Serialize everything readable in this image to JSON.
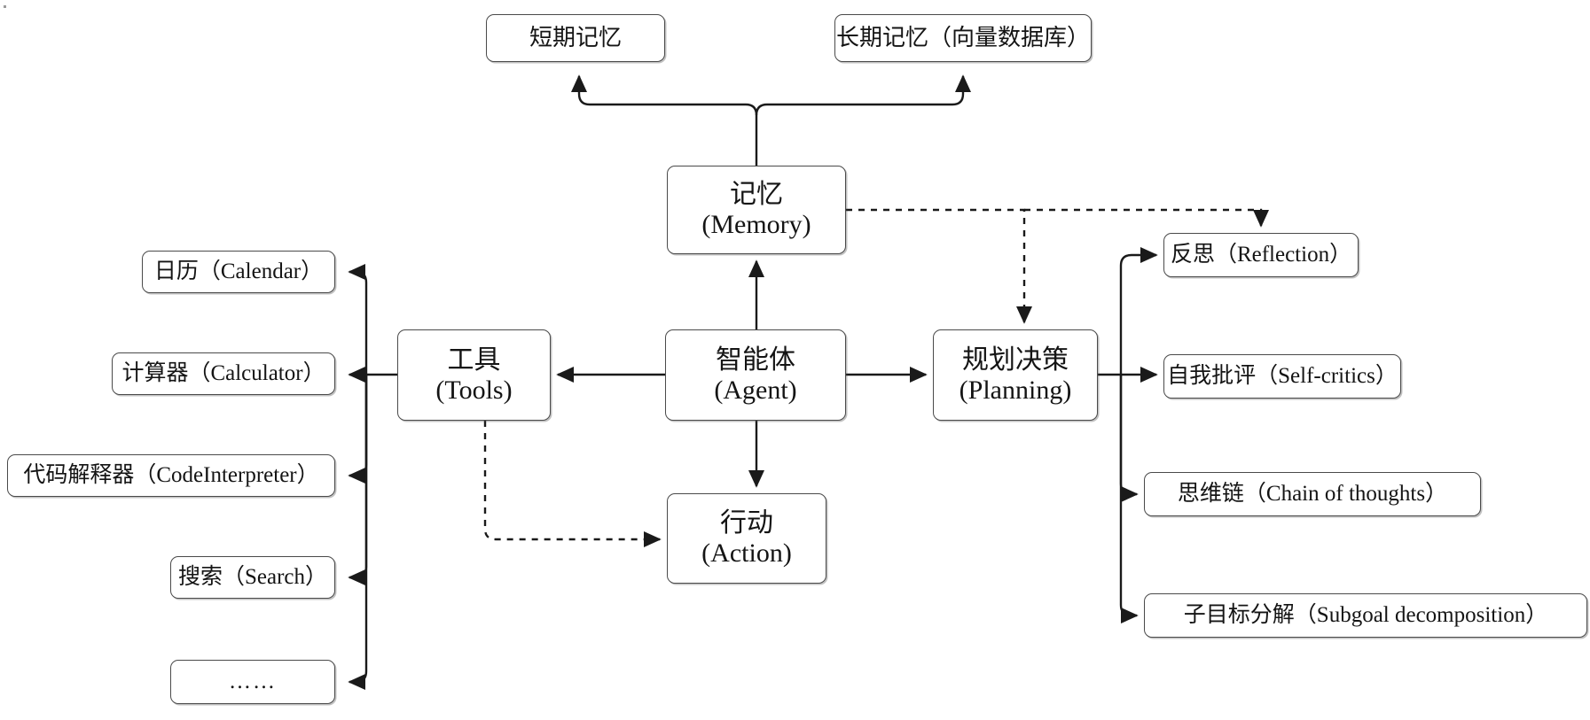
{
  "diagram": {
    "title": "LLM Agent architecture",
    "stroke_color": "#4a4a4a",
    "edge_color": "#1a1a1a",
    "background": "#ffffff"
  },
  "nodes": {
    "short_term_memory": {
      "label": "短期记忆"
    },
    "long_term_memory": {
      "label": "长期记忆（向量数据库）"
    },
    "memory": {
      "cn": "记忆",
      "en": "(Memory)"
    },
    "tools": {
      "cn": "工具",
      "en": "(Tools)"
    },
    "agent": {
      "cn": "智能体",
      "en": "(Agent)"
    },
    "planning": {
      "cn": "规划决策",
      "en": "(Planning)"
    },
    "action": {
      "cn": "行动",
      "en": "(Action)"
    }
  },
  "tool_items": [
    {
      "label": "日历（Calendar）"
    },
    {
      "label": "计算器（Calculator）"
    },
    {
      "label": "代码解释器（CodeInterpreter）"
    },
    {
      "label": "搜索（Search）"
    },
    {
      "label": "……"
    }
  ],
  "planning_items": [
    {
      "label": "反思（Reflection）"
    },
    {
      "label": "自我批评（Self-critics）"
    },
    {
      "label": "思维链（Chain of thoughts）"
    },
    {
      "label": "子目标分解（Subgoal decomposition）"
    }
  ],
  "edges": [
    {
      "from": "agent",
      "to": "memory",
      "style": "solid"
    },
    {
      "from": "agent",
      "to": "tools",
      "style": "solid"
    },
    {
      "from": "agent",
      "to": "planning",
      "style": "solid"
    },
    {
      "from": "agent",
      "to": "action",
      "style": "solid"
    },
    {
      "from": "memory",
      "to": "short_term_memory",
      "style": "solid"
    },
    {
      "from": "memory",
      "to": "long_term_memory",
      "style": "solid"
    },
    {
      "from": "memory",
      "to": "planning",
      "style": "dashed"
    },
    {
      "from": "memory",
      "to": "reflection",
      "style": "dashed"
    },
    {
      "from": "tools",
      "to": "action",
      "style": "dashed"
    },
    {
      "from": "tools",
      "to": "tool_items",
      "style": "solid"
    },
    {
      "from": "planning",
      "to": "planning_items",
      "style": "solid"
    }
  ]
}
